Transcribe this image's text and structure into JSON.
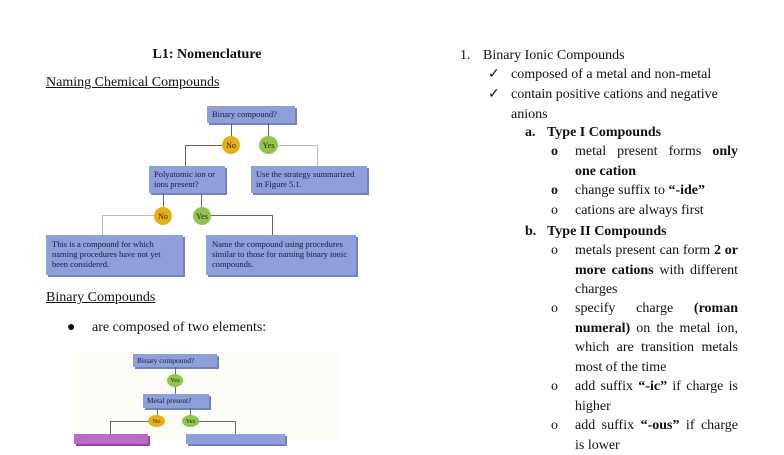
{
  "left": {
    "title": "L1: Nomenclature",
    "section1_heading": "Naming Chemical Compounds",
    "flowchart1": {
      "top_box": "Binary compound?",
      "no": "No",
      "yes": "Yes",
      "left_box": "Polyatomic ion or ions present?",
      "right_box": "Use the strategy summarized in Figure 5.1.",
      "no2": "No",
      "yes2": "Yes",
      "bottom_left_box": "This is a compound for which naming procedures have not yet been considered.",
      "bottom_right_box": "Name the compound using procedures similar to those for naming binary ionic compounds."
    },
    "section2_heading": "Binary Compounds",
    "bullet1": "are composed of two elements:",
    "flowchart2": {
      "top_box": "Binary compound?",
      "yes": "Yes",
      "mid_box": "Metal present?",
      "no": "No",
      "yes2": "Yes"
    }
  },
  "right": {
    "item1_number": "1.",
    "item1_label": "Binary Ionic Compounds",
    "checks": [
      "composed of a metal and non-metal",
      "contain positive cations and negative anions"
    ],
    "type1": {
      "letter": "a.",
      "label": "Type I Compounds",
      "bullets": [
        {
          "pre": "metal present forms ",
          "bold": "only one cation",
          "post": ""
        },
        {
          "pre": "change suffix to ",
          "bold": "“-ide”",
          "post": ""
        },
        {
          "pre": "cations are always first",
          "bold": "",
          "post": ""
        }
      ]
    },
    "type2": {
      "letter": "b.",
      "label": "Type II Compounds",
      "bullets": [
        {
          "pre": "metals present can form ",
          "bold": "2 or more cations",
          "post": " with different charges"
        },
        {
          "pre": "specify charge ",
          "bold": "(roman numeral)",
          "post": " on the metal ion, which are transition metals most of the time"
        },
        {
          "pre": "add suffix ",
          "bold": "“-ic”",
          "post": " if charge is higher"
        },
        {
          "pre": "add suffix ",
          "bold": "“-ous”",
          "post": " if charge is lower"
        }
      ]
    }
  }
}
